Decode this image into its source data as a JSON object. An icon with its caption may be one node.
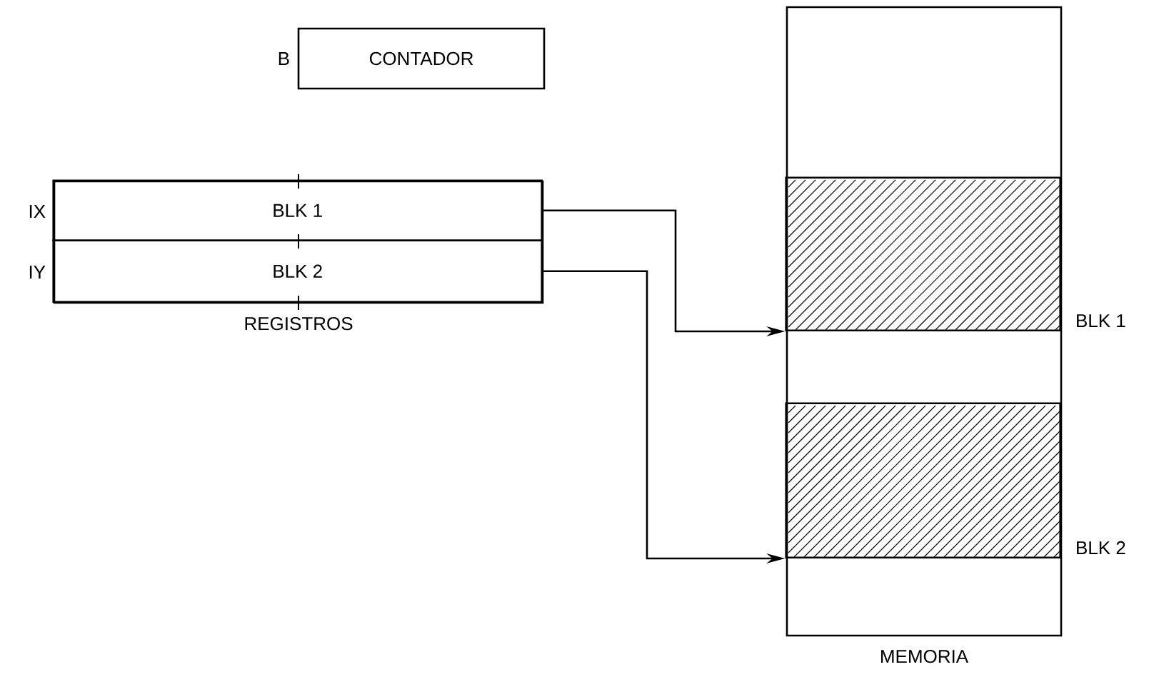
{
  "diagram": {
    "nodes": [
      {
        "text": [
          "CONTADOR"
        ],
        "beside": [
          "B"
        ]
      },
      {
        "text": [
          "REGISTROS"
        ]
      },
      {
        "text": [
          "BLK 1"
        ],
        "in": 1,
        "beside": [
          "IX"
        ]
      },
      {
        "text": [
          "BLK 2"
        ],
        "in": 1,
        "beside": [
          "IY"
        ]
      },
      {
        "text": [
          "MEMORIA"
        ]
      },
      {
        "text": [],
        "shape": "box",
        "in": 4,
        "beside": [
          "BLK 1"
        ]
      },
      {
        "text": [],
        "shape": "box",
        "in": 4,
        "beside": [
          "BLK 2"
        ]
      }
    ],
    "edges": [
      {
        "from": 2,
        "to": 5,
        "arrow": "to"
      },
      {
        "from": 3,
        "to": 6,
        "arrow": "to"
      }
    ]
  }
}
